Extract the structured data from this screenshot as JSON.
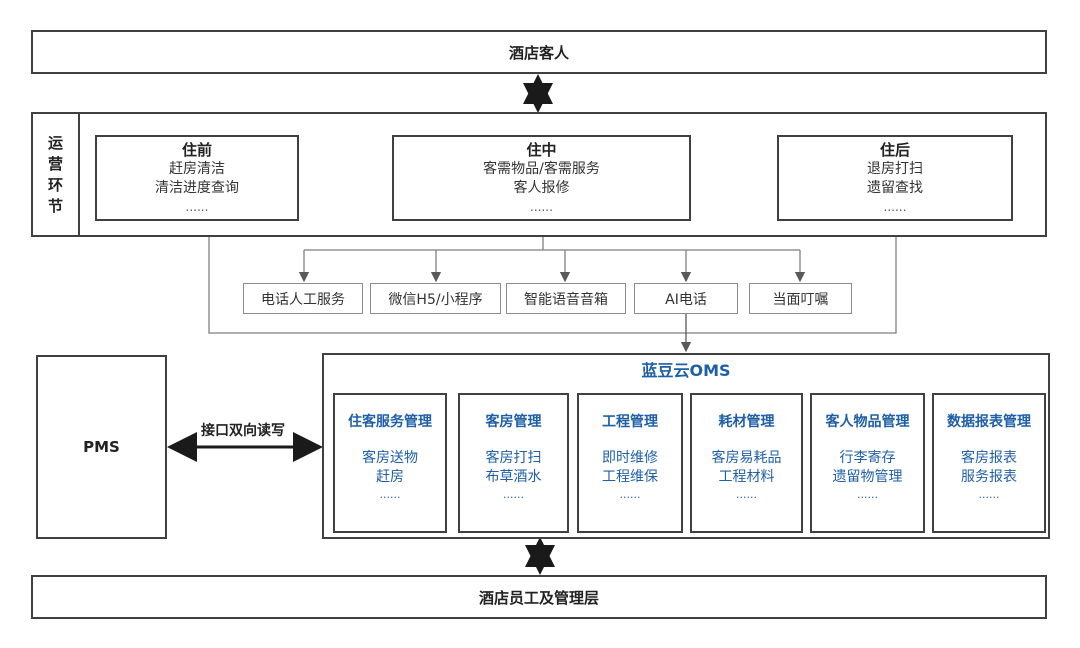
{
  "guests": {
    "label": "酒店客人"
  },
  "operations": {
    "side_label": [
      "运",
      "营",
      "环",
      "节"
    ],
    "stages": [
      {
        "title": "住前",
        "lines": [
          "赶房清洁",
          "清洁进度查询"
        ],
        "more": "......"
      },
      {
        "title": "住中",
        "lines": [
          "客需物品/客需服务",
          "客人报修"
        ],
        "more": "......"
      },
      {
        "title": "住后",
        "lines": [
          "退房打扫",
          "遗留查找"
        ],
        "more": "......"
      }
    ]
  },
  "channels": [
    "电话人工服务",
    "微信H5/小程序",
    "智能语音音箱",
    "AI电话",
    "当面叮嘱"
  ],
  "pms": {
    "label": "PMS"
  },
  "interface": {
    "label": "接口双向读写"
  },
  "oms": {
    "title": "蓝豆云OMS",
    "modules": [
      {
        "title": "住客服务管理",
        "lines": [
          "客房送物",
          "赶房"
        ],
        "more": "......"
      },
      {
        "title": "客房管理",
        "lines": [
          "客房打扫",
          "布草酒水"
        ],
        "more": "......"
      },
      {
        "title": "工程管理",
        "lines": [
          "即时维修",
          "工程维保"
        ],
        "more": "......"
      },
      {
        "title": "耗材管理",
        "lines": [
          "客房易耗品",
          "工程材料"
        ],
        "more": "......"
      },
      {
        "title": "客人物品管理",
        "lines": [
          "行李寄存",
          "遗留物管理"
        ],
        "more": "......"
      },
      {
        "title": "数据报表管理",
        "lines": [
          "客房报表",
          "服务报表"
        ],
        "more": "......"
      }
    ]
  },
  "staff": {
    "label": "酒店员工及管理层"
  },
  "colors": {
    "border": "#404040",
    "connector": "#7f7f7f",
    "oms_accent": "#1f5fa6"
  }
}
